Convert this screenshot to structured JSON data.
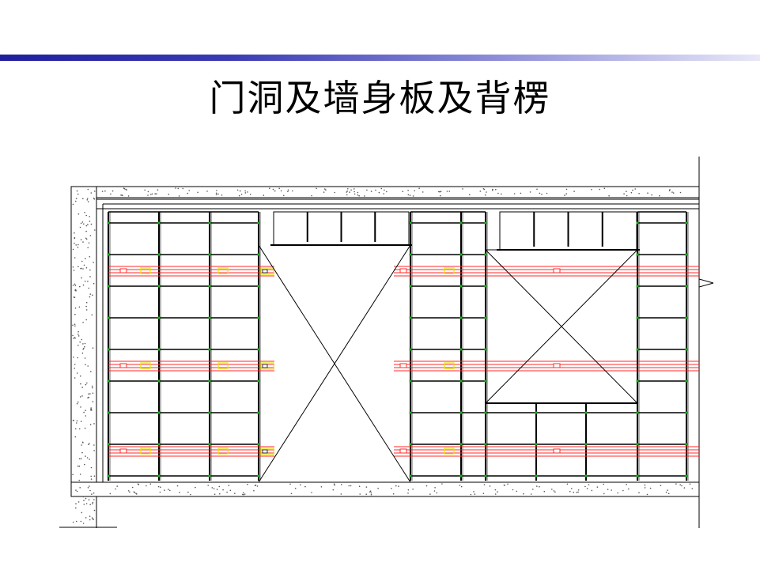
{
  "slide": {
    "title": "门洞及墙身板及背楞"
  },
  "colors": {
    "title_bar_start": "#1f1f9e",
    "title_bar_end": "#e8e8f8",
    "line": "#000000",
    "waler": "#ff2a2a",
    "tie_label": "#e6e600",
    "node": "#19b219",
    "concrete_dot": "#555555"
  },
  "diagram": {
    "description_free": true,
    "panel_columns": 3,
    "waler_rows": 3,
    "door_openings": 2
  }
}
